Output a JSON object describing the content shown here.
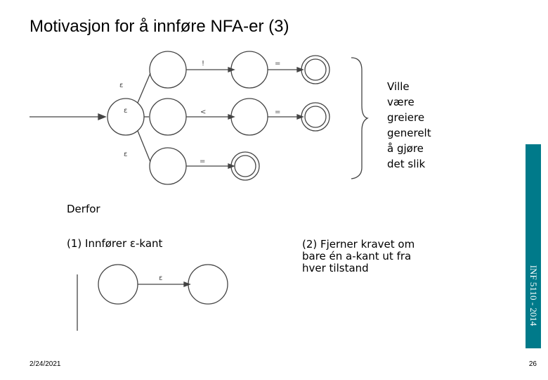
{
  "title": "Motivasjon for å innføre NFA-er (3)",
  "side_note": [
    "Ville",
    "være",
    "greiere",
    "generelt",
    "å gjøre",
    "det slik"
  ],
  "derfor": "Derfor",
  "item1": "(1) Innfører ε-kant",
  "item2": [
    "(2) Fjerner kravet om",
    "bare én a-kant ut fra",
    "hver tilstand"
  ],
  "course": "INF 5110 - 2014",
  "date": "2/24/2021",
  "page_number": "26",
  "diagram_labels": {
    "epsilon": "ε",
    "top_middle": "!",
    "middle_middle": "<",
    "bottom_middle": "=",
    "equals": "="
  },
  "colors": {
    "course_bar": "#007a8a"
  }
}
